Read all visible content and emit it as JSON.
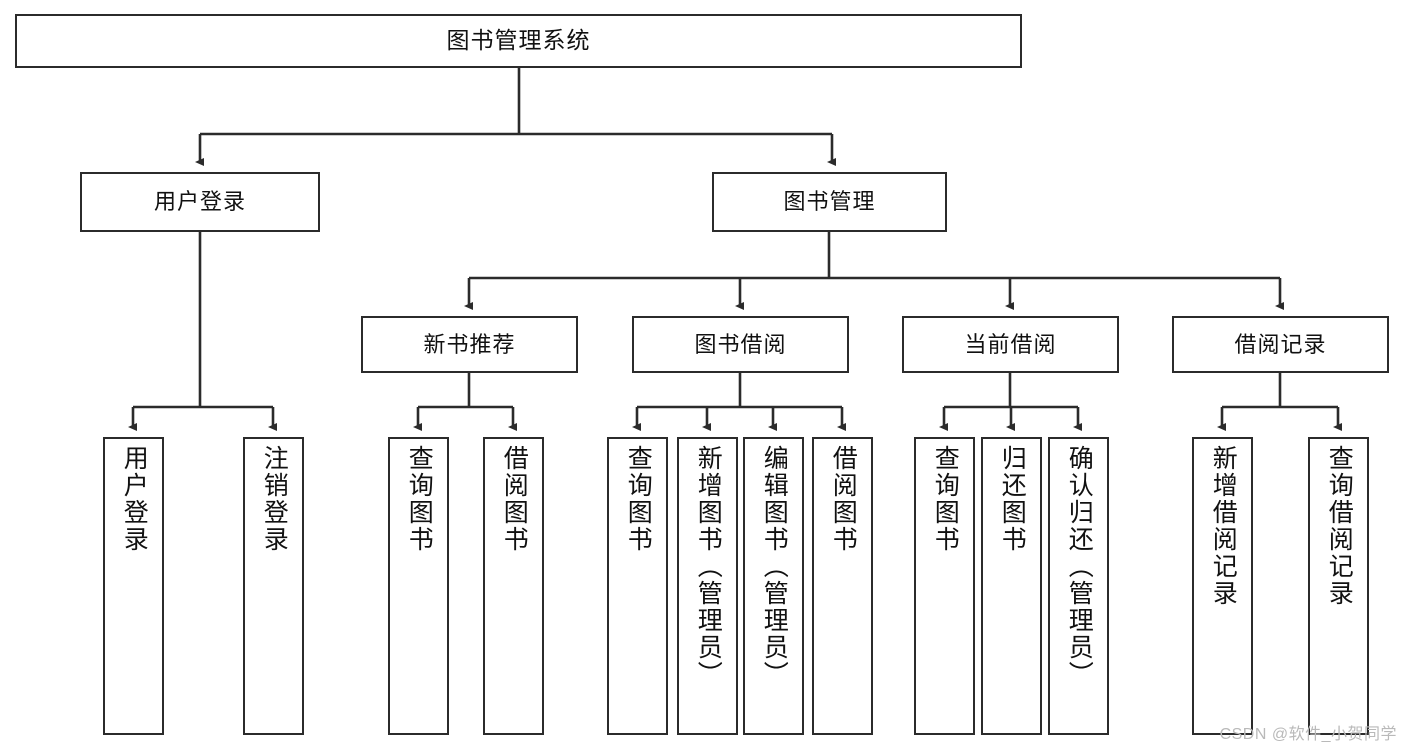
{
  "diagram": {
    "title": "图书管理系统",
    "watermark": "CSDN @软件_小贺同学",
    "line_color": "#2b2b2b",
    "box_fill": "#ffffff",
    "text_color": "#111111",
    "nodes": {
      "root": "图书管理系统",
      "user_login": "用户登录",
      "book_manage": "图书管理",
      "new_book_rec": "新书推荐",
      "book_borrow": "图书借阅",
      "current_borrow": "当前借阅",
      "borrow_record": "借阅记录",
      "leaf_user_login": "用户登录",
      "leaf_user_logout": "注销登录",
      "leaf_rec_query_book": "查询图书",
      "leaf_rec_borrow_book": "借阅图书",
      "leaf_borrow_query_book": "查询图书",
      "leaf_borrow_add_book": "新增图书（管理员）",
      "leaf_borrow_edit_book": "编辑图书（管理员）",
      "leaf_borrow_borrow_book": "借阅图书",
      "leaf_cur_query_book": "查询图书",
      "leaf_cur_return_book": "归还图书",
      "leaf_cur_confirm_return": "确认归还（管理员）",
      "leaf_rec_add_record": "新增借阅记录",
      "leaf_rec_query_record": "查询借阅记录"
    }
  }
}
